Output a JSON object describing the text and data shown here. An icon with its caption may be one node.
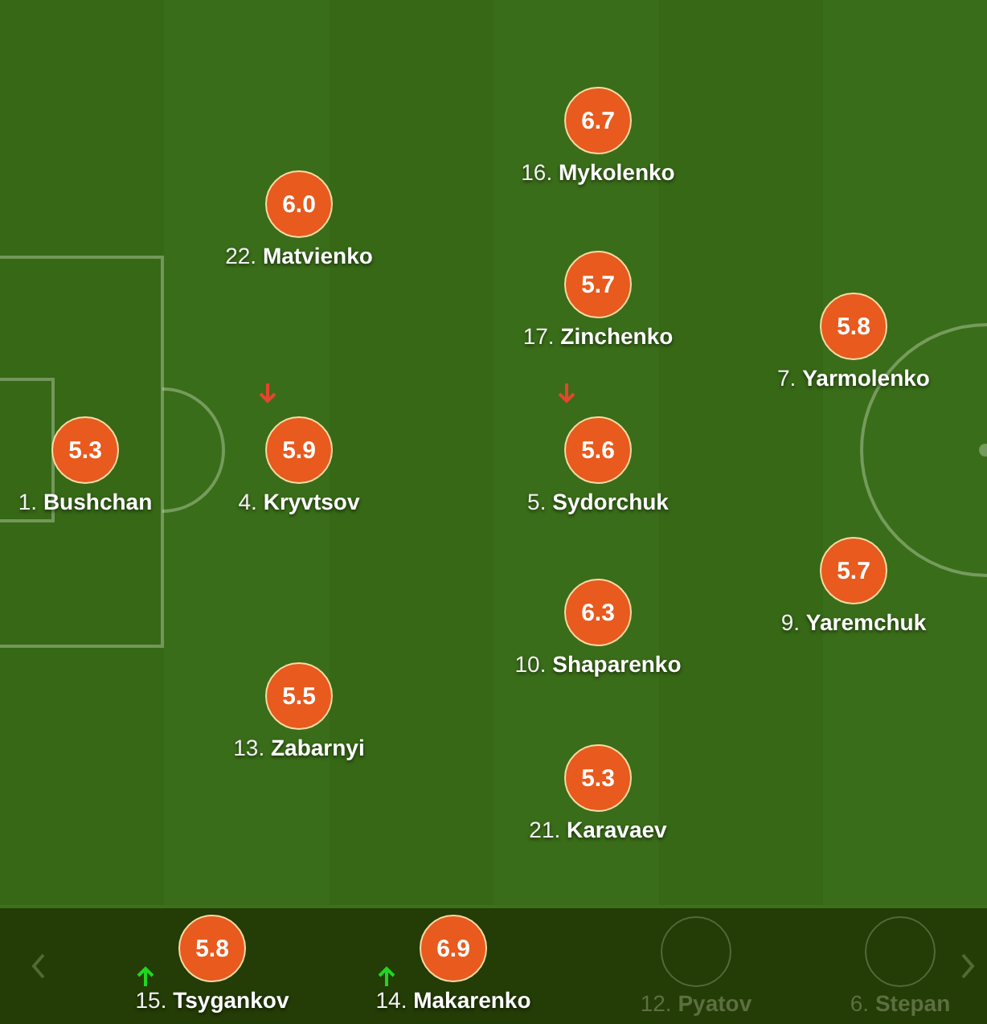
{
  "diagram": {
    "nodes": [
      {
        "text": [
          "6.7"
        ],
        "beside": [
          "16. **Mykolenko**"
        ]
      },
      {
        "text": [
          "6.0"
        ],
        "beside": [
          "22. **Matvienko**"
        ]
      },
      {
        "text": [
          "5.7"
        ],
        "beside": [
          "17. **Zinchenko**"
        ]
      },
      {
        "text": [
          "5.8"
        ],
        "beside": [
          "7. **Yarmolenko**"
        ]
      },
      {
        "text": [
          "5.3"
        ],
        "beside": [
          "1. **Bushchan**"
        ]
      },
      {
        "text": [
          "5.9"
        ],
        "beside": [
          "4. **Kryvtsov**"
        ]
      },
      {
        "text": [
          "5.6"
        ],
        "beside": [
          "5. **Sydorchuk**"
        ]
      },
      {
        "text": [
          "5.7"
        ],
        "beside": [
          "9. **Yaremchuk**"
        ]
      },
      {
        "text": [
          "6.3"
        ],
        "beside": [
          "10. **Shaparenko**"
        ]
      },
      {
        "text": [
          "5.5"
        ],
        "beside": [
          "13. **Zabarnyi**"
        ]
      },
      {
        "text": [
          "5.3"
        ],
        "beside": [
          "21. **Karavaev**"
        ]
      },
      {
        "text": [
          "5.8"
        ],
        "beside": [
          "15. **Tsygankov**"
        ]
      },
      {
        "text": [
          "6.9"
        ],
        "beside": [
          "14. **Makarenko**"
        ]
      },
      {
        "text": [],
        "shape": "circle",
        "beside": [
          "12. **Pyatov**"
        ]
      },
      {
        "text": [],
        "shape": "circle",
        "beside": [
          "6. **Stepan**"
        ]
      }
    ],
    "edges": []
  }
}
